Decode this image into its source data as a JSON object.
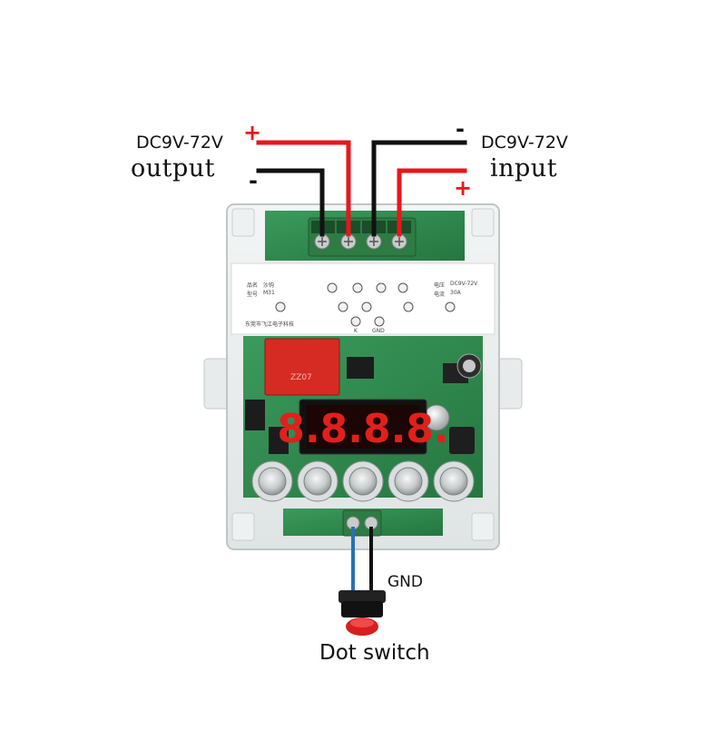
{
  "labels": {
    "output_voltage": "DC9V-72V",
    "output_word": "output",
    "output_plus": "+",
    "output_minus": "-",
    "input_voltage": "DC9V-72V",
    "input_word": "input",
    "input_minus": "-",
    "input_plus": "+",
    "gnd": "GND",
    "switch": "Dot switch"
  },
  "panel": {
    "name_label": "品名",
    "name_value": "沙钩",
    "model_label": "型号",
    "model_value": "M31",
    "voltage_label": "电压",
    "voltage_value": "DC9V-72V",
    "current_label": "电流",
    "current_value": "30A",
    "maker": "东莞市飞江电子科技",
    "gnd_mark": "GND",
    "k_mark": "K"
  },
  "display": {
    "digits": "8.8.8.8."
  },
  "colors": {
    "wire_red": "#e8161b",
    "wire_black": "#111111",
    "wire_blue": "#2a6fb8",
    "pcb_green": "#2f8a4e",
    "display_red": "#e0201c",
    "button_red": "#d81e1e"
  }
}
